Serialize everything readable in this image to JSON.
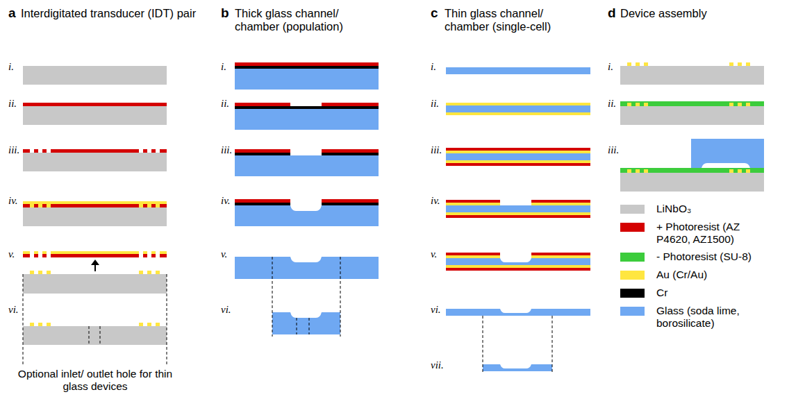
{
  "diagram": {
    "labels": [
      "a",
      "Interdigitated transducer (IDT) pair",
      "b",
      "Thick glass channel/ chamber (population)",
      "c",
      "Thin glass channel/ chamber (single-cell)",
      "d",
      "Device assembly",
      "i.",
      "ii.",
      "iii.",
      "iv.",
      "v.",
      "vi.",
      "i.",
      "ii.",
      "iii.",
      "iv.",
      "v.",
      "vi.",
      "i.",
      "ii.",
      "iii.",
      "iv.",
      "v.",
      "vi.",
      "vii.",
      "i.",
      "ii.",
      "iii.",
      "Optional inlet/ outlet hole for thin glass devices"
    ],
    "legend": [
      {
        "text": "LiNbO₃",
        "color": "#c8c8c8"
      },
      {
        "text": "+ Photoresist (AZ P4620, AZ1500)",
        "color": "#d40000"
      },
      {
        "text": "- Photoresist (SU-8)",
        "color": "#3ccc3c"
      },
      {
        "text": "Au (Cr/Au)",
        "color": "#ffe640"
      },
      {
        "text": "Cr",
        "color": "#000000"
      },
      {
        "text": "Glass (soda lime, borosilicate)",
        "color": "#6fa8f2"
      }
    ]
  }
}
